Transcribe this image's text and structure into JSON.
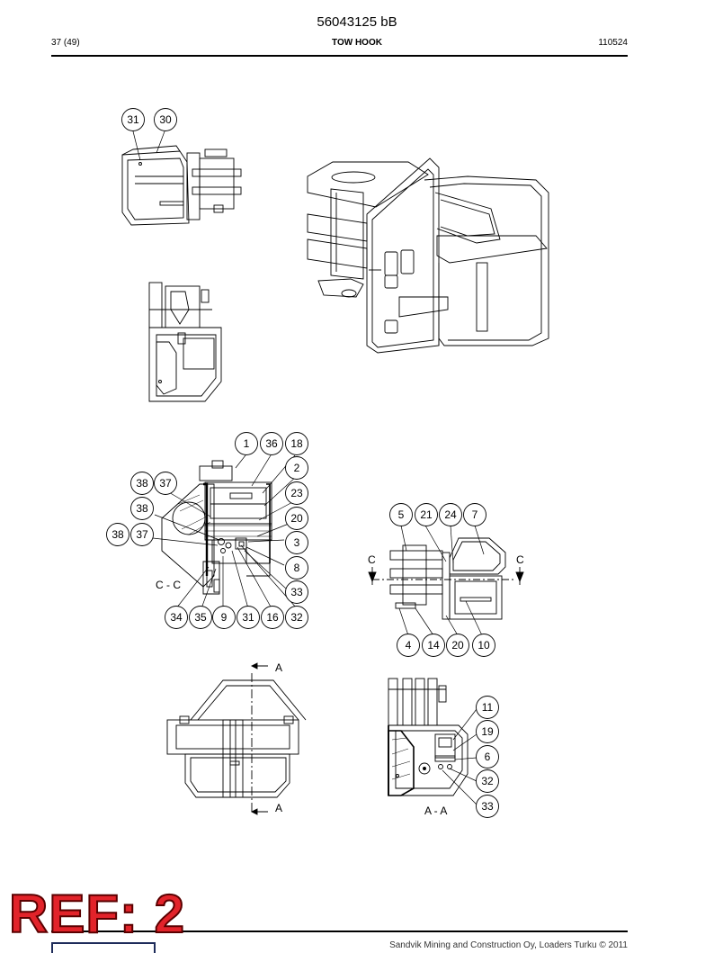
{
  "header": {
    "doc_number": "56043125 bB",
    "page": "37 (49)",
    "title": "TOW HOOK",
    "rev_date": "110524"
  },
  "balloons": {
    "view1": [
      "31",
      "30"
    ],
    "section_cc": [
      "1",
      "36",
      "18",
      "2",
      "23",
      "20",
      "3",
      "8",
      "33",
      "38",
      "37",
      "38",
      "38",
      "37",
      "34",
      "35",
      "9",
      "31",
      "16",
      "32"
    ],
    "side": [
      "5",
      "21",
      "24",
      "7",
      "4",
      "14",
      "20",
      "10"
    ],
    "section_aa": [
      "11",
      "19",
      "6",
      "32",
      "33"
    ]
  },
  "section_labels": {
    "cc": "C - C",
    "c": "C",
    "aa": "A - A",
    "a": "A"
  },
  "footer": {
    "copyright": "Sandvik Mining and Construction Oy, Loaders Turku © 2011",
    "stamp": "REF: 2"
  }
}
